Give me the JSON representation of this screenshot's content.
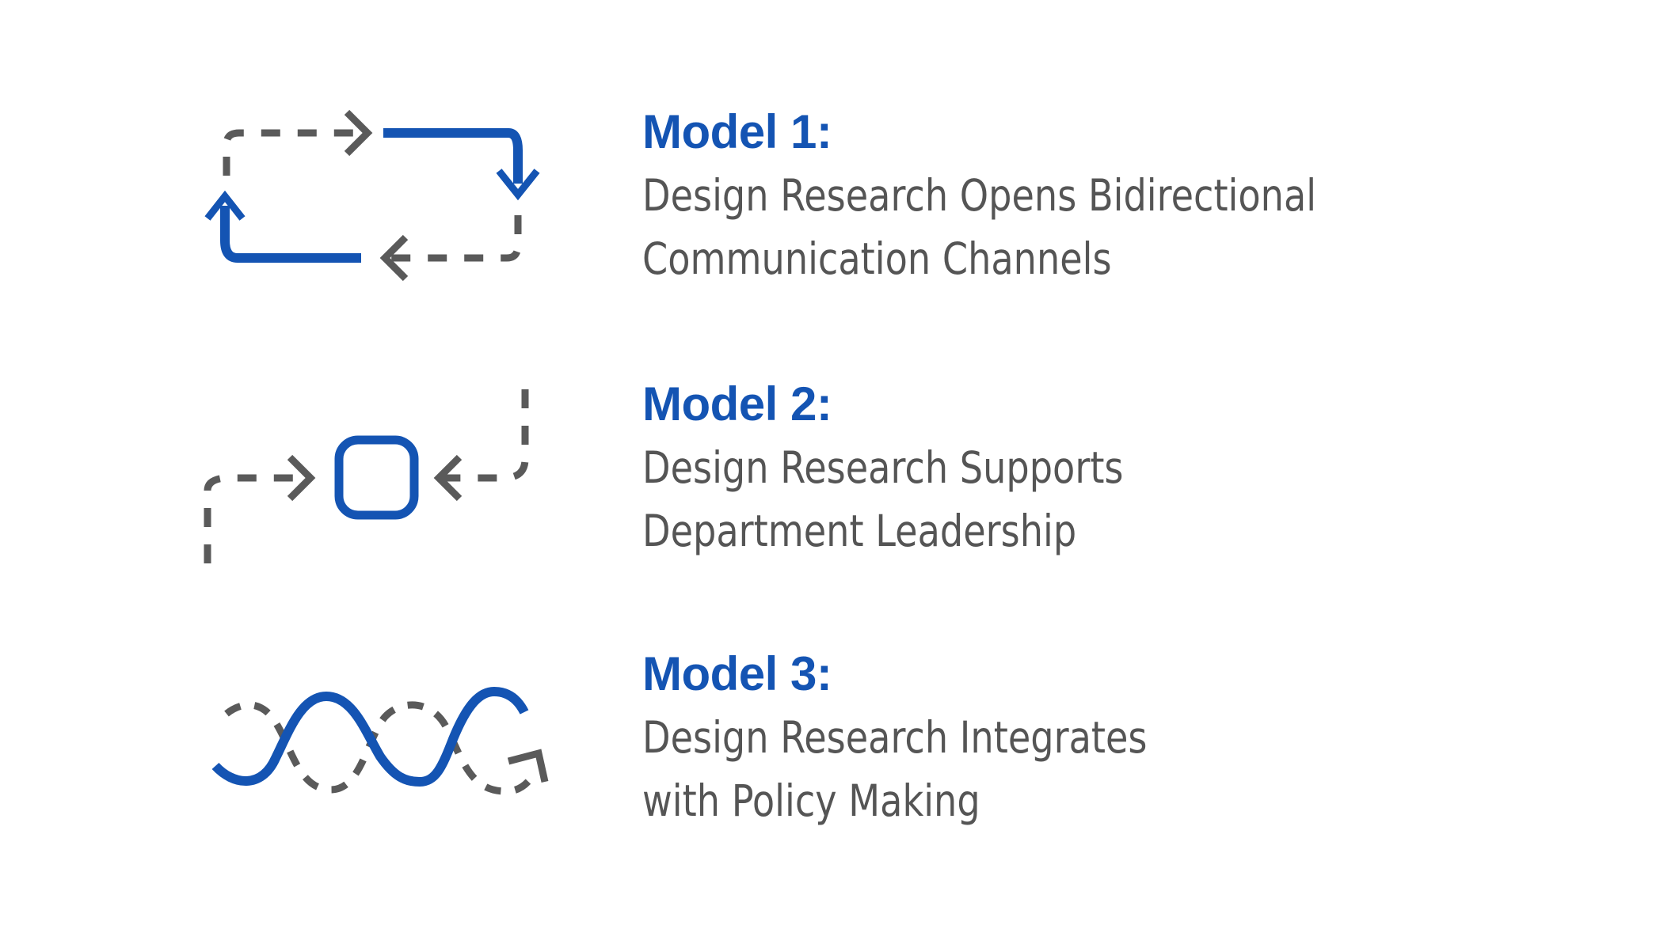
{
  "colors": {
    "accent_blue": "#1454b3",
    "dash_gray": "#5a5a5a",
    "body_text": "#555555",
    "background": "#ffffff"
  },
  "models": [
    {
      "heading": "Model 1:",
      "lines": [
        "Design Research Opens Bidirectional",
        "Communication Channels"
      ],
      "icon": "bidirectional-loop-icon"
    },
    {
      "heading": "Model 2:",
      "lines": [
        "Design Research Supports",
        "Department Leadership"
      ],
      "icon": "converging-square-icon"
    },
    {
      "heading": "Model 3:",
      "lines": [
        "Design Research Integrates",
        "with Policy Making"
      ],
      "icon": "intertwined-waves-icon"
    }
  ]
}
